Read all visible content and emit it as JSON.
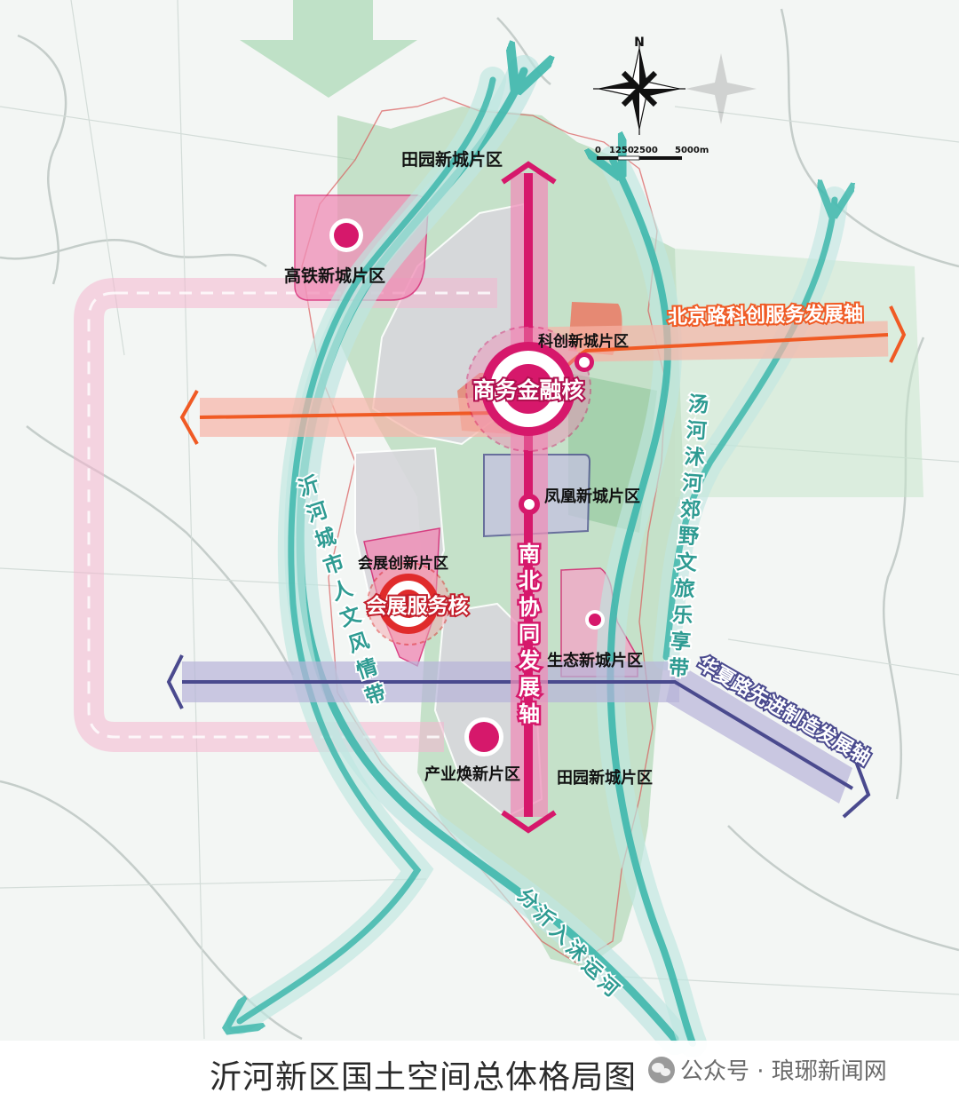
{
  "map": {
    "title": "沂河新区国土空间总体格局图",
    "watermark": "公众号 · 琅琊新闻网",
    "north": "N",
    "scale": {
      "t0": "0",
      "t1": "1250",
      "t2": "2500",
      "t3": "5000m"
    },
    "cores": {
      "finance": "商务金融核",
      "expo": "会展服务核"
    },
    "zones": {
      "tianyuan_north": "田园新城片区",
      "gaotie": "高铁新城片区",
      "kechuang": "科创新城片区",
      "fenghuang": "凤凰新城片区",
      "huizhan": "会展创新片区",
      "shengtai": "生态新城片区",
      "chanye": "产业焕新片区",
      "tianyuan_south": "田园新城片区"
    },
    "axes": {
      "beijing_road": "北京路科创服务发展轴",
      "huaxia_road": "华夏路先进制造发展轴",
      "north_south": [
        "南",
        "北",
        "协",
        "同",
        "发",
        "展",
        "轴"
      ]
    },
    "belts": {
      "yihe": [
        "沂",
        "河",
        "城",
        "市",
        "人",
        "文",
        "风",
        "情",
        "带"
      ],
      "tanghe": [
        "汤",
        "河",
        "沭",
        "河",
        "郊",
        "野",
        "文",
        "旅",
        "乐",
        "享",
        "带"
      ],
      "canal": [
        "分",
        "沂",
        "入",
        "沭",
        "运",
        "河"
      ]
    },
    "colors": {
      "magenta": "#d6186b",
      "orange": "#f05a24",
      "navy": "#4a4a8e",
      "teal": "#3fb8ad",
      "green": "#8fc99a",
      "pink": "#f4b6cf"
    }
  }
}
